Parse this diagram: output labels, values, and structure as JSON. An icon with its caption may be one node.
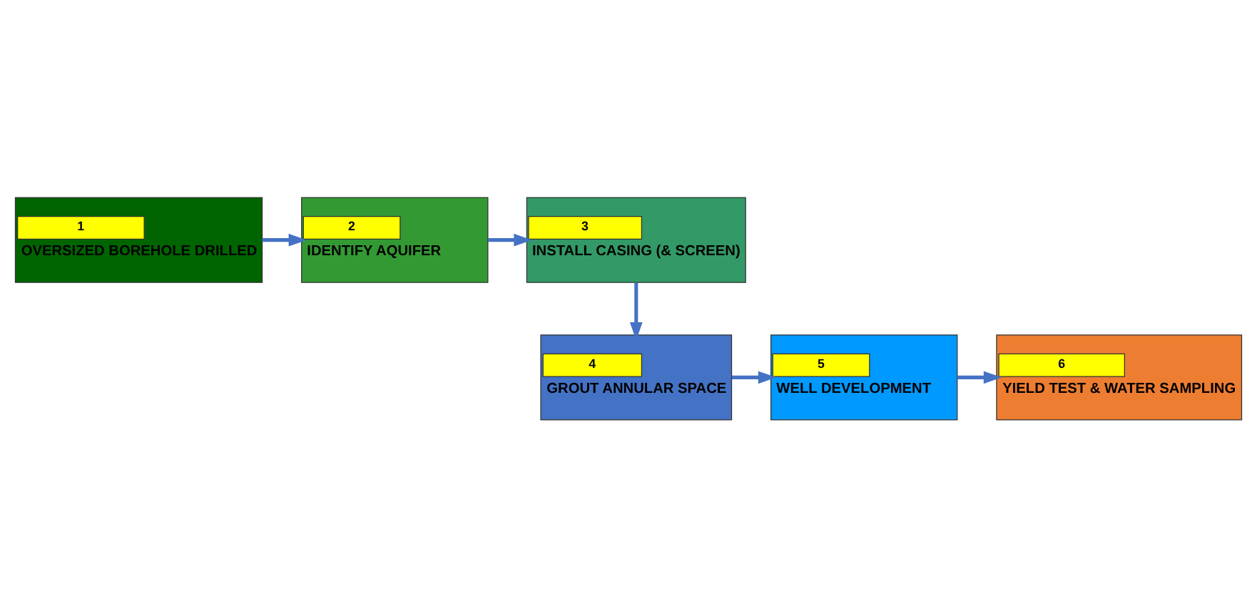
{
  "diagram": {
    "nodes": [
      {
        "text": [
          "1",
          "OVERSIZED BOREHOLE DRILLED"
        ]
      },
      {
        "text": [
          "2",
          "IDENTIFY AQUIFER"
        ]
      },
      {
        "text": [
          "3",
          "INSTALL CASING (& SCREEN)"
        ]
      },
      {
        "text": [
          "4",
          "GROUT ANNULAR SPACE"
        ]
      },
      {
        "text": [
          "5",
          "WELL DEVELOPMENT"
        ]
      },
      {
        "text": [
          "6",
          "YIELD TEST & WATER SAMPLING"
        ]
      }
    ],
    "edges": [
      {
        "from": 0,
        "to": 1,
        "arrow": "to"
      },
      {
        "from": 1,
        "to": 2,
        "arrow": "to"
      },
      {
        "from": 2,
        "to": 3,
        "arrow": "to"
      },
      {
        "from": 3,
        "to": 4,
        "arrow": "to"
      },
      {
        "from": 4,
        "to": 5,
        "arrow": "to"
      }
    ]
  }
}
